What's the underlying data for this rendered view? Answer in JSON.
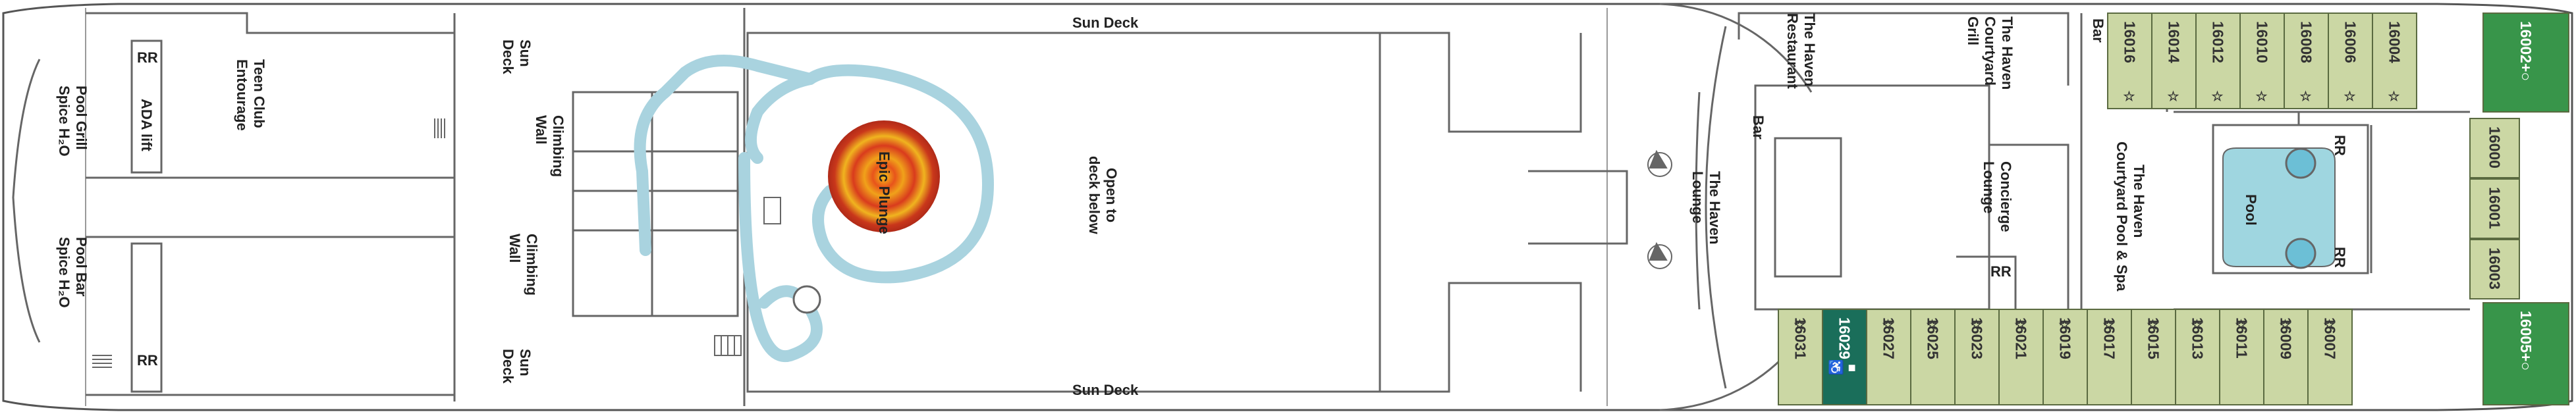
{
  "deck": {
    "fore_labels": {
      "spice_pool_grill": [
        "Spice H₂O",
        "Pool Grill"
      ],
      "spice_pool_bar": [
        "Spice H₂O",
        "Pool Bar"
      ],
      "rr": "RR",
      "ada_lift": "ADA lift",
      "entourage": [
        "Entourage",
        "Teen Club"
      ]
    },
    "mid_labels": {
      "sun_deck_1": [
        "Sun",
        "Deck"
      ],
      "sun_deck_2": [
        "Sun",
        "Deck"
      ],
      "climbing_wall_1": [
        "Climbing",
        "Wall"
      ],
      "climbing_wall_2": [
        "Climbing",
        "Wall"
      ],
      "sun_deck_top": "Sun Deck",
      "sun_deck_bottom": "Sun Deck",
      "epic_plunge": "Epic Plunge",
      "open_to_deck": [
        "Open to",
        "deck below"
      ]
    },
    "haven_labels": {
      "restaurant": [
        "The Haven",
        "Restaurant"
      ],
      "courtyard_grill": [
        "The Haven",
        "Courtyard",
        "Grill"
      ],
      "bar_top": "Bar",
      "bar_lounge": "Bar",
      "lounge": [
        "The Haven",
        "Lounge"
      ],
      "concierge": [
        "Concierge",
        "Lounge"
      ],
      "rr_concierge": "RR",
      "courtyard_pool": [
        "The Haven",
        "Courtyard Pool & Spa"
      ],
      "pool": "Pool",
      "rr_pool_top": "RR",
      "rr_pool_bottom": "RR"
    },
    "cabins_top": [
      "16016",
      "16014",
      "16012",
      "16010",
      "16008",
      "16006",
      "16004"
    ],
    "cabins_bottom": [
      "16031",
      "16029",
      "16027",
      "16025",
      "16023",
      "16021",
      "16019",
      "16017",
      "16015",
      "16013",
      "16011",
      "16009",
      "16007"
    ],
    "cabins_aft_middle": [
      "16000",
      "16001",
      "16003"
    ],
    "cabins_aft_corner": [
      "16002+○",
      "16005+○"
    ],
    "accessible_cabin": "16029",
    "accessible_symbols": "♿ ■",
    "star_symbol": "☆"
  },
  "colors": {
    "cabin_fill": "#cbd7a4",
    "suite_fill": "#38954a",
    "accessible_fill": "#1a6e5a",
    "pool_fill": "#9fd6e0",
    "slide_fill": "#a9d3df"
  }
}
